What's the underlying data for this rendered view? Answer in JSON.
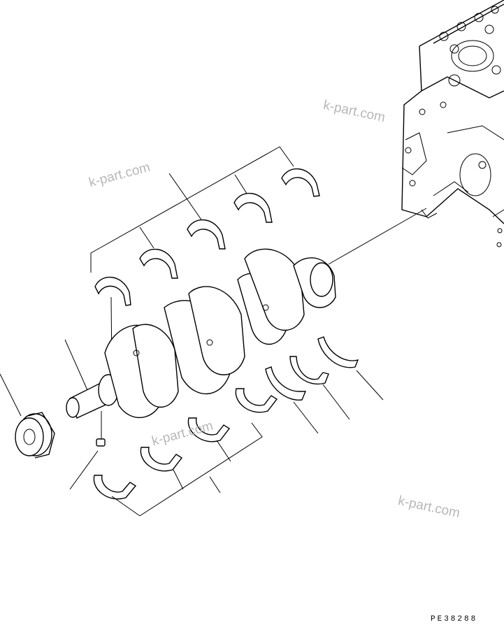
{
  "watermarks": [
    "k-part.com",
    "k-part.com",
    "k-part.com",
    "k-part.com"
  ],
  "drawing_code": "PE38288"
}
